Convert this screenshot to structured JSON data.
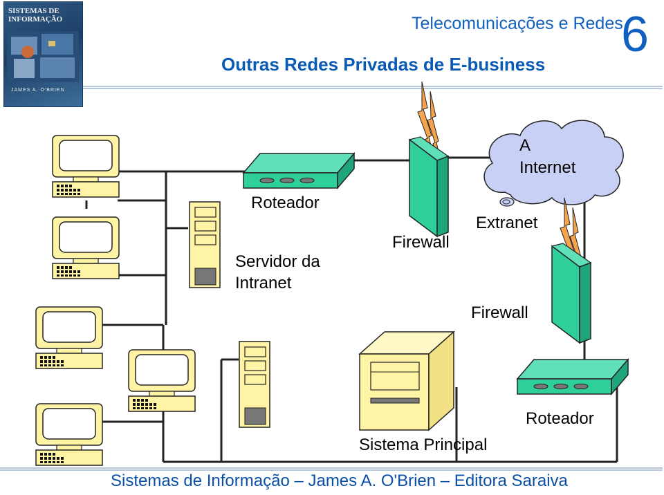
{
  "header": {
    "slide_title": "Outras Redes Privadas de E-business",
    "course_title": "Telecomunicações e Redes",
    "chapter_number": "6"
  },
  "book_cover": {
    "title": "SISTEMAS DE INFORMAÇÃO",
    "author": "JAMES A. O'BRIEN"
  },
  "diagram": {
    "labels": {
      "router_top": "Roteador",
      "intranet_server_line1": "Servidor da",
      "intranet_server_line2": "Intranet",
      "firewall_left": "Firewall",
      "internet_line1": "A",
      "internet_line2": "Internet",
      "extranet": "Extranet",
      "firewall_right": "Firewall",
      "mainframe": "Sistema Principal",
      "router_bottom": "Roteador"
    }
  },
  "colors": {
    "title_blue": "#0a5bb5",
    "router_green": "#2fcf9c",
    "firewall_green": "#2fcf9c",
    "cloud_fill": "#c9d0f5",
    "computer_fill": "#fff3a6",
    "mainframe_fill": "#fff3a6"
  },
  "footer": {
    "text": "Sistemas de Informação – James A. O'Brien – Editora Saraiva"
  }
}
